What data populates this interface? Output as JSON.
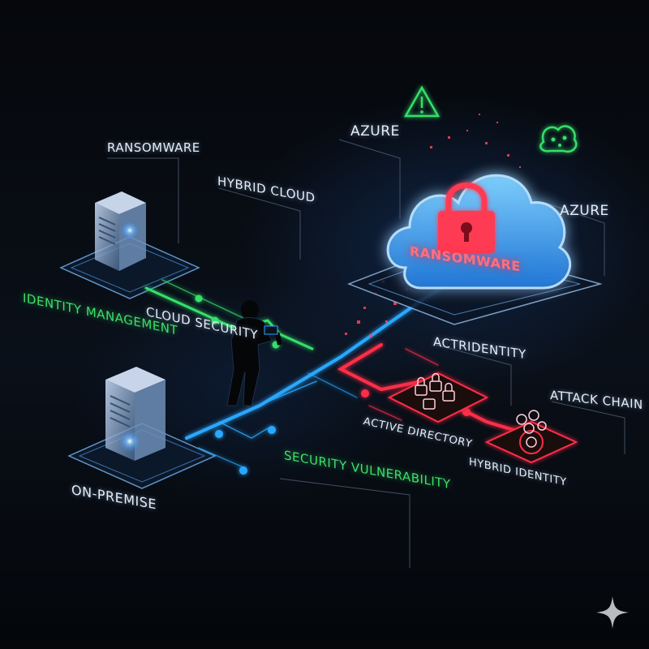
{
  "labels": {
    "ransomware_top": "RANSOMWARE",
    "hybrid_cloud": "HYBRID CLOUD",
    "azure_top": "AZURE",
    "azure_right": "AZURE",
    "identity_management": "IDENTITY MANAGEMENT",
    "cloud_security": "CLOUD SECURITY",
    "ransomware_cloud": "RANSOMWARE",
    "actridentity": "ACTRIDENTITY",
    "attack_chain": "ATTACK CHAIN",
    "active_directory": "ACTIVE DIRECTORY",
    "hybrid_identity": "HYBRID IDENTITY",
    "security_vulnerability": "SECURITY VULNERABILITY",
    "on_premise": "ON-PREMISE"
  },
  "colors": {
    "background": "#06080d",
    "blue_path": "#2aa8ff",
    "green_path": "#34e06a",
    "red_path": "#ff2e48",
    "cloud": "#3aa6ff"
  },
  "icons": [
    "server-icon",
    "cloud-icon",
    "padlock-icon",
    "warning-icon",
    "hacker-figure-icon",
    "sparkle-icon"
  ]
}
